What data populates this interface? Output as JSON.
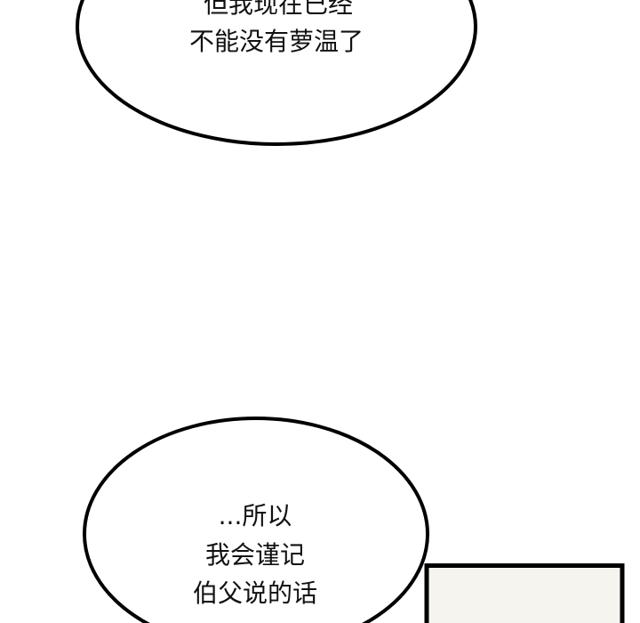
{
  "top_bubble": {
    "lines": [
      "但我现在已经",
      "不能没有萝温了"
    ]
  },
  "bottom_bubble": {
    "lines": [
      "...所以",
      "我会谨记",
      "伯父说的话"
    ]
  },
  "colors": {
    "background": "#ffffff",
    "ink": "#000000",
    "panel_fill": "#f5f4ee"
  }
}
